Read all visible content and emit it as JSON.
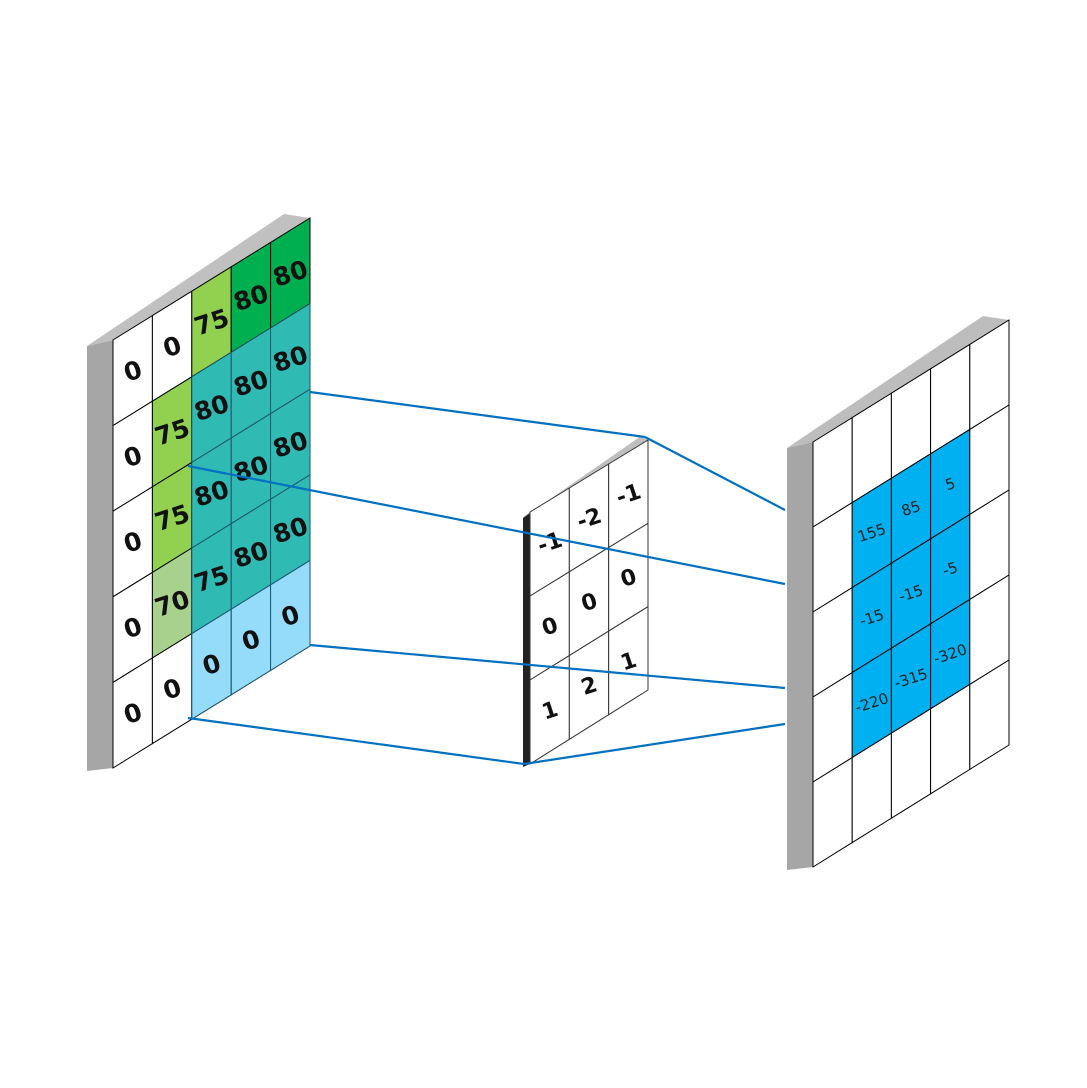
{
  "colors": {
    "light_green": "#92D050",
    "dark_green": "#00B050",
    "pale_green": "#A9D18E",
    "overlay_blue": "#4FC3F7",
    "output_blue": "#00B0F0",
    "connector": "#0070C0",
    "frame_gray": "#A6A6A6"
  },
  "input_grid": {
    "values": [
      [
        "0",
        "0",
        "75",
        "80",
        "80"
      ],
      [
        "0",
        "75",
        "80",
        "80",
        "80"
      ],
      [
        "0",
        "75",
        "80",
        "80",
        "80"
      ],
      [
        "0",
        "70",
        "75",
        "80",
        "80"
      ],
      [
        "0",
        "0",
        "0",
        "0",
        "0"
      ]
    ],
    "fills": [
      [
        "white",
        "white",
        "light_green",
        "dark_green",
        "dark_green"
      ],
      [
        "white",
        "light_green",
        "dark_green",
        "dark_green",
        "dark_green"
      ],
      [
        "white",
        "light_green",
        "dark_green",
        "dark_green",
        "dark_green"
      ],
      [
        "white",
        "pale_green",
        "dark_green",
        "dark_green",
        "dark_green"
      ],
      [
        "white",
        "white",
        "white",
        "white",
        "white"
      ]
    ],
    "highlight": {
      "rows": [
        1,
        4
      ],
      "cols": [
        2,
        4
      ]
    }
  },
  "kernel": {
    "values": [
      [
        "-1",
        "-2",
        "-1"
      ],
      [
        "0",
        "0",
        "0"
      ],
      [
        "1",
        "2",
        "1"
      ]
    ]
  },
  "output_grid": {
    "size": 5,
    "values": [
      [
        "",
        "",
        "",
        "",
        ""
      ],
      [
        "",
        "155",
        "85",
        "5",
        ""
      ],
      [
        "",
        "-15",
        "-15",
        "-5",
        ""
      ],
      [
        "",
        "-220",
        "-315",
        "-320",
        ""
      ],
      [
        "",
        "",
        "",
        "",
        ""
      ]
    ],
    "filled_rows": [
      1,
      3
    ],
    "filled_cols": [
      1,
      3
    ]
  }
}
